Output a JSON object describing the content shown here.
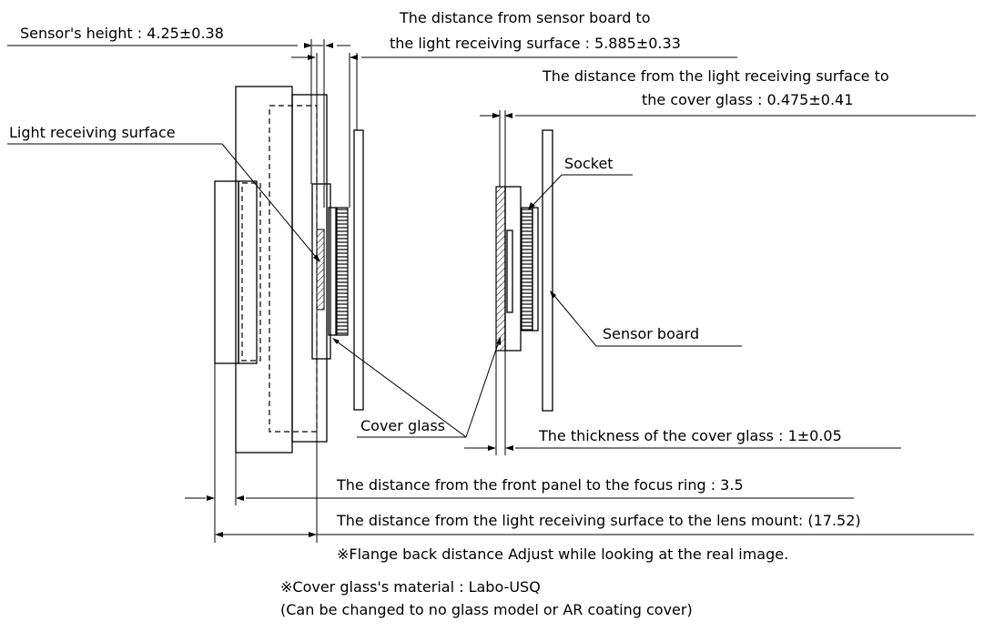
{
  "labels": {
    "sensor_height": "Sensor's height : 4.25±0.38",
    "dist_board_1": "The distance from sensor board to",
    "dist_board_2": "the light receiving surface : 5.885±0.33",
    "dist_cover_1": "The distance from the light receiving surface to",
    "dist_cover_2": "the cover glass : 0.475±0.41",
    "light_receiving_surface": "Light receiving surface",
    "socket": "Socket",
    "sensor_board": "Sensor board",
    "cover_glass": "Cover glass",
    "cover_thickness": "The thickness of the cover glass : 1±0.05",
    "front_to_focus": "The distance from the front panel to the focus ring : 3.5",
    "surface_to_mount": "The distance from the light receiving surface to the lens mount: (17.52)",
    "flange_note": "※Flange back distance Adjust while looking at the real image.",
    "material_1": "※Cover glass's material : Labo-USQ",
    "material_2": "(Can be changed to no glass model or AR coating cover)"
  }
}
